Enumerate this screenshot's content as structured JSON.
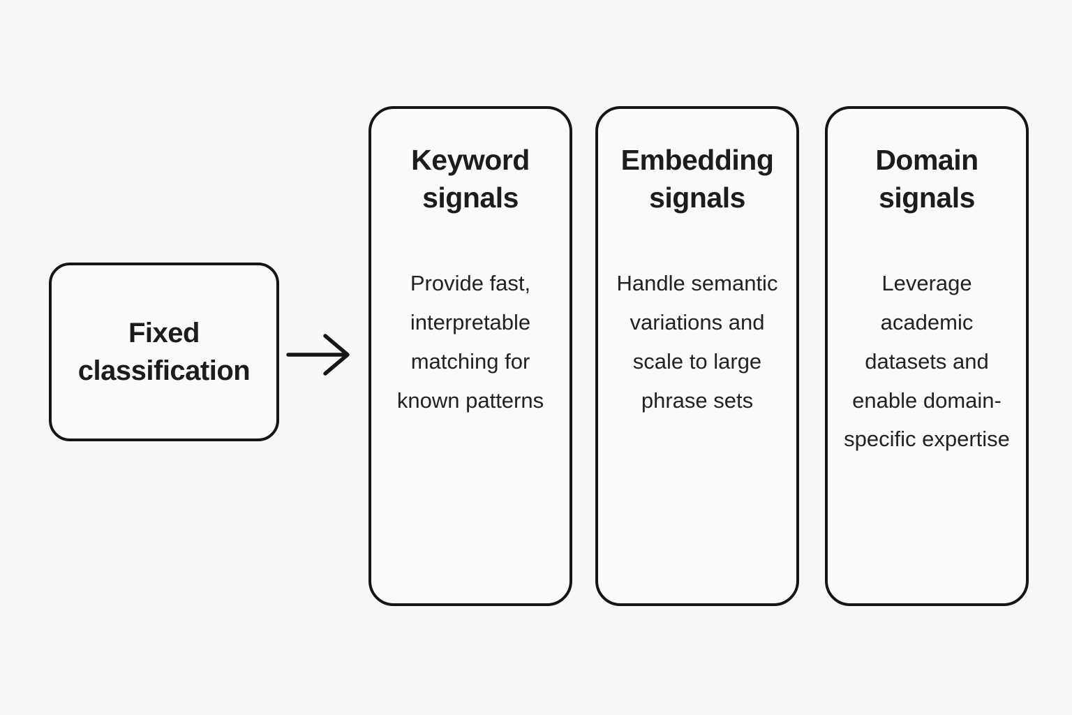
{
  "diagram": {
    "source_box": {
      "label": "Fixed classification"
    },
    "arrow": {
      "direction": "right"
    },
    "cards": [
      {
        "title": "Keyword signals",
        "body": "Provide fast, interpretable matching for known patterns"
      },
      {
        "title": "Embedding signals",
        "body": "Handle semantic variations and scale to large phrase sets"
      },
      {
        "title": "Domain signals",
        "body": "Leverage academic datasets and enable domain-specific expertise"
      }
    ],
    "colors": {
      "background": "#f7f7f6",
      "node_fill": "#fafaf9",
      "border": "#151515",
      "text": "#1c1c1c"
    }
  }
}
